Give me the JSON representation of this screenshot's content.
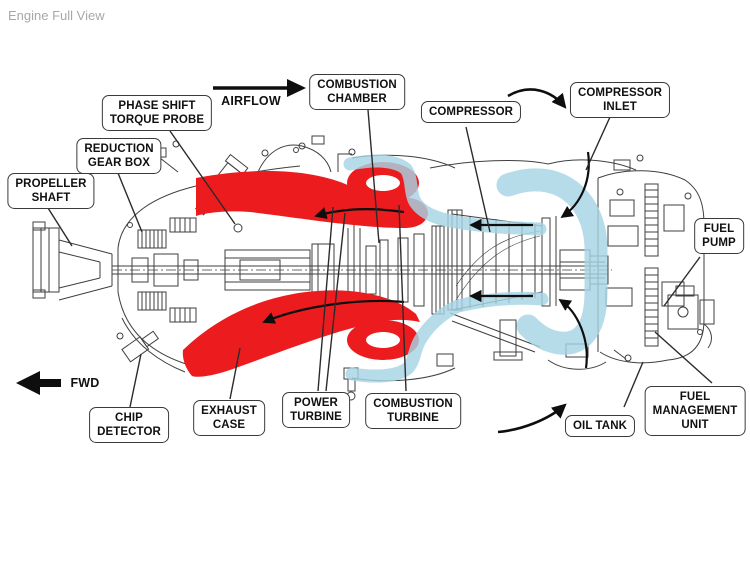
{
  "header": {
    "title": "Engine Full View"
  },
  "labels": {
    "propeller_shaft": "PROPELLER\nSHAFT",
    "reduction_gear_box": "REDUCTION\nGEAR BOX",
    "phase_shift_torque_probe": "PHASE SHIFT\nTORQUE PROBE",
    "combustion_chamber": "COMBUSTION\nCHAMBER",
    "compressor": "COMPRESSOR",
    "compressor_inlet": "COMPRESSOR\nINLET",
    "fuel_pump": "FUEL\nPUMP",
    "chip_detector": "CHIP\nDETECTOR",
    "exhaust_case": "EXHAUST\nCASE",
    "power_turbine": "POWER\nTURBINE",
    "combustion_turbine": "COMBUSTION\nTURBINE",
    "oil_tank": "OIL TANK",
    "fuel_management_unit": "FUEL\nMANAGEMENT\nUNIT"
  },
  "direction_markers": {
    "airflow": "AIRFLOW",
    "fwd": "FWD"
  },
  "colors": {
    "hot_gas_red": "#EC1B1E",
    "intake_air_blue": "#A6D4E5",
    "line_art": "#3f3f3f",
    "header_gray": "#A8A8A8"
  }
}
